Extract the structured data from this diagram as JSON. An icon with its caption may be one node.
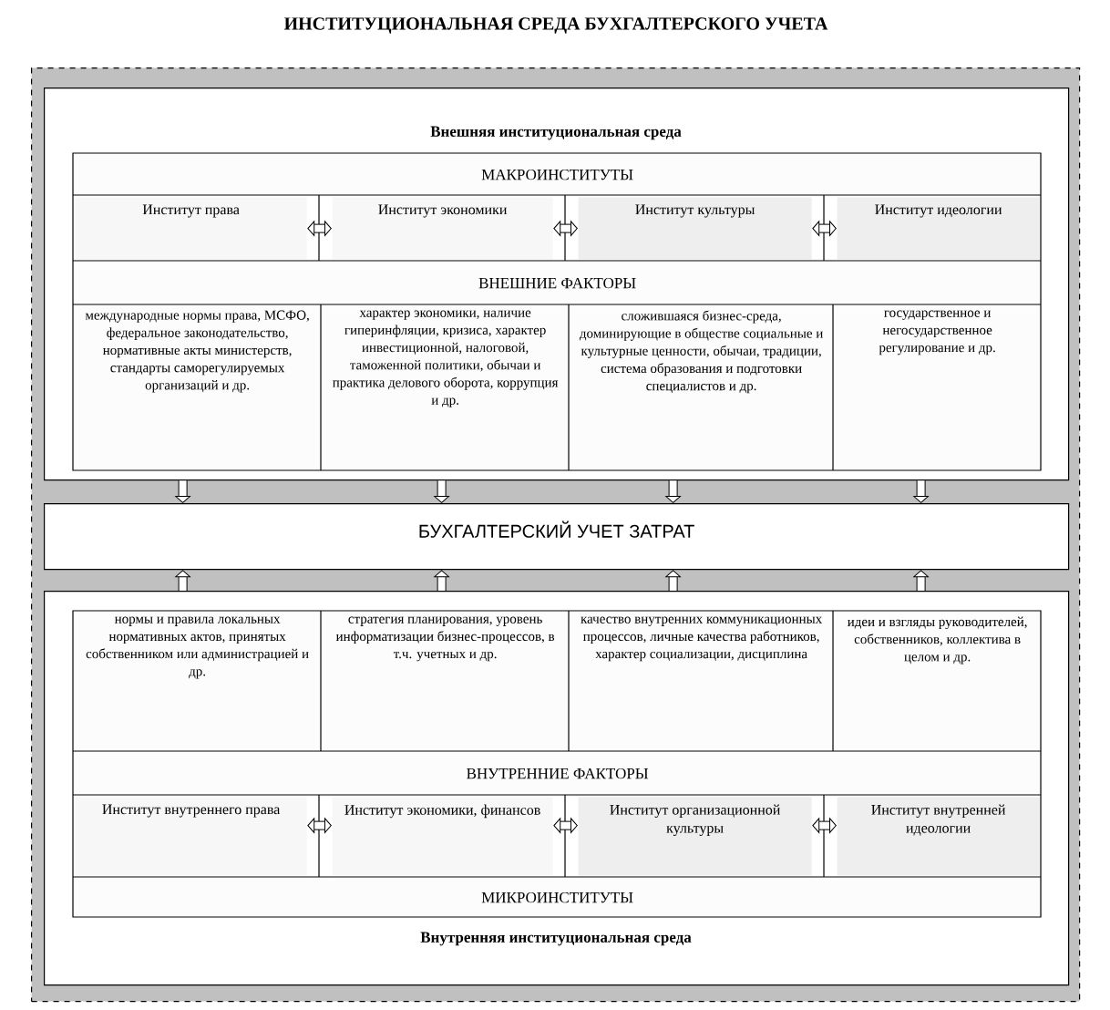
{
  "diagram": {
    "title": "ИНСТИТУЦИОНАЛЬНАЯ СРЕДА БУХГАЛТЕРСКОГО УЧЕТА",
    "nodes": [
      {
        "text": [],
        "shape": "box"
      },
      {
        "text": [
          "Внешняя институциональная среда"
        ],
        "in": 0
      },
      {
        "text": [
          "МАКРОИНСТИТУТЫ"
        ],
        "in": 1
      },
      {
        "text": [
          "Институт права"
        ],
        "in": 1
      },
      {
        "text": [
          "Институт экономики"
        ],
        "in": 1
      },
      {
        "text": [
          "Институт культуры"
        ],
        "in": 1
      },
      {
        "text": [
          "Институт идеологии"
        ],
        "in": 1
      },
      {
        "text": [
          "ВНЕШНИЕ ФАКТОРЫ"
        ],
        "in": 1
      },
      {
        "text": [
          "международные нормы права, МСФО, федеральное законодательство, нормативные акты министерств, стандарты саморегулируемых организаций и др."
        ],
        "in": 1
      },
      {
        "text": [
          "характер экономики, наличие гиперинфляции, кризиса, характер инвестиционной, налоговой, таможенной политики, обычаи и практика делового оборота, коррупция и др."
        ],
        "in": 1
      },
      {
        "text": [
          "сложившаяся бизнес-среда, доминирующие в обществе социальные и культурные ценности, обычаи, традиции, система образования и подготовки специалистов и др."
        ],
        "in": 1
      },
      {
        "text": [
          "государственное и негосударственное регулирование и др."
        ],
        "in": 1
      },
      {
        "text": [
          "БУХГАЛТЕРСКИЙ УЧЕТ ЗАТРАТ"
        ],
        "in": 0
      },
      {
        "text": [
          "Внутренняя институциональная среда"
        ],
        "in": 0
      },
      {
        "text": [
          "нормы и правила локальных нормативных актов, принятых собственником или администрацией и др."
        ],
        "in": 13
      },
      {
        "text": [
          "стратегия планирования, уровень информатизации бизнес-процессов, в т.ч. учетных и др."
        ],
        "in": 13
      },
      {
        "text": [
          "качество внутренних коммуникационных процессов, личные качества работников, характер социализации, дисциплина"
        ],
        "in": 13
      },
      {
        "text": [
          "идеи и взгляды руководителей, собственников, коллектива в целом и др."
        ],
        "in": 13
      },
      {
        "text": [
          "ВНУТРЕННИЕ ФАКТОРЫ"
        ],
        "in": 13
      },
      {
        "text": [
          "Институт внутреннего права"
        ],
        "in": 13
      },
      {
        "text": [
          "Институт экономики, финансов"
        ],
        "in": 13
      },
      {
        "text": [
          "Институт организационной культуры"
        ],
        "in": 13
      },
      {
        "text": [
          "Институт внутренней идеологии"
        ],
        "in": 13
      },
      {
        "text": [
          "МИКРОИНСТИТУТЫ"
        ],
        "in": 13
      }
    ],
    "edges": [
      {
        "from": 3,
        "to": 4,
        "arrow": "both"
      },
      {
        "from": 4,
        "to": 5,
        "arrow": "both"
      },
      {
        "from": 5,
        "to": 6,
        "arrow": "both"
      },
      {
        "from": 1,
        "to": 12,
        "arrow": "to"
      },
      {
        "from": 1,
        "to": 12,
        "arrow": "to"
      },
      {
        "from": 1,
        "to": 12,
        "arrow": "to"
      },
      {
        "from": 1,
        "to": 12,
        "arrow": "to"
      },
      {
        "from": 13,
        "to": 12,
        "arrow": "to"
      },
      {
        "from": 13,
        "to": 12,
        "arrow": "to"
      },
      {
        "from": 13,
        "to": 12,
        "arrow": "to"
      },
      {
        "from": 13,
        "to": 12,
        "arrow": "to"
      },
      {
        "from": 19,
        "to": 20,
        "arrow": "both"
      },
      {
        "from": 20,
        "to": 21,
        "arrow": "both"
      },
      {
        "from": 21,
        "to": 22,
        "arrow": "both"
      }
    ]
  }
}
